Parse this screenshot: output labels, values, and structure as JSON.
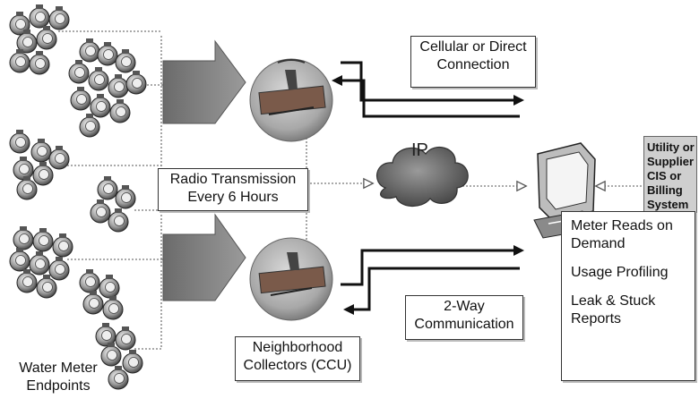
{
  "labels": {
    "cellular": [
      "Cellular or Direct",
      "Connection"
    ],
    "radio": [
      "Radio Transmission",
      "Every 6 Hours"
    ],
    "two_way": [
      "2-Way",
      "Communication"
    ],
    "collectors": [
      "Neighborhood",
      "Collectors (CCU)"
    ],
    "endpoints": [
      "Water Meter",
      "Endpoints"
    ],
    "ip": "IP",
    "utility": [
      "Utility or",
      "Supplier",
      "CIS or",
      "Billing",
      "System"
    ]
  },
  "reports": [
    [
      "Meter Reads on",
      "Demand"
    ],
    [
      "Usage Profiling"
    ],
    [
      "Leak & Stuck",
      "Reports"
    ]
  ],
  "icons": {
    "meter": "water-meter-icon",
    "collector": "collector-tower-icon",
    "cloud": "ip-cloud-icon",
    "computer": "computer-terminal-icon",
    "arrow": "transmission-arrow-icon"
  }
}
